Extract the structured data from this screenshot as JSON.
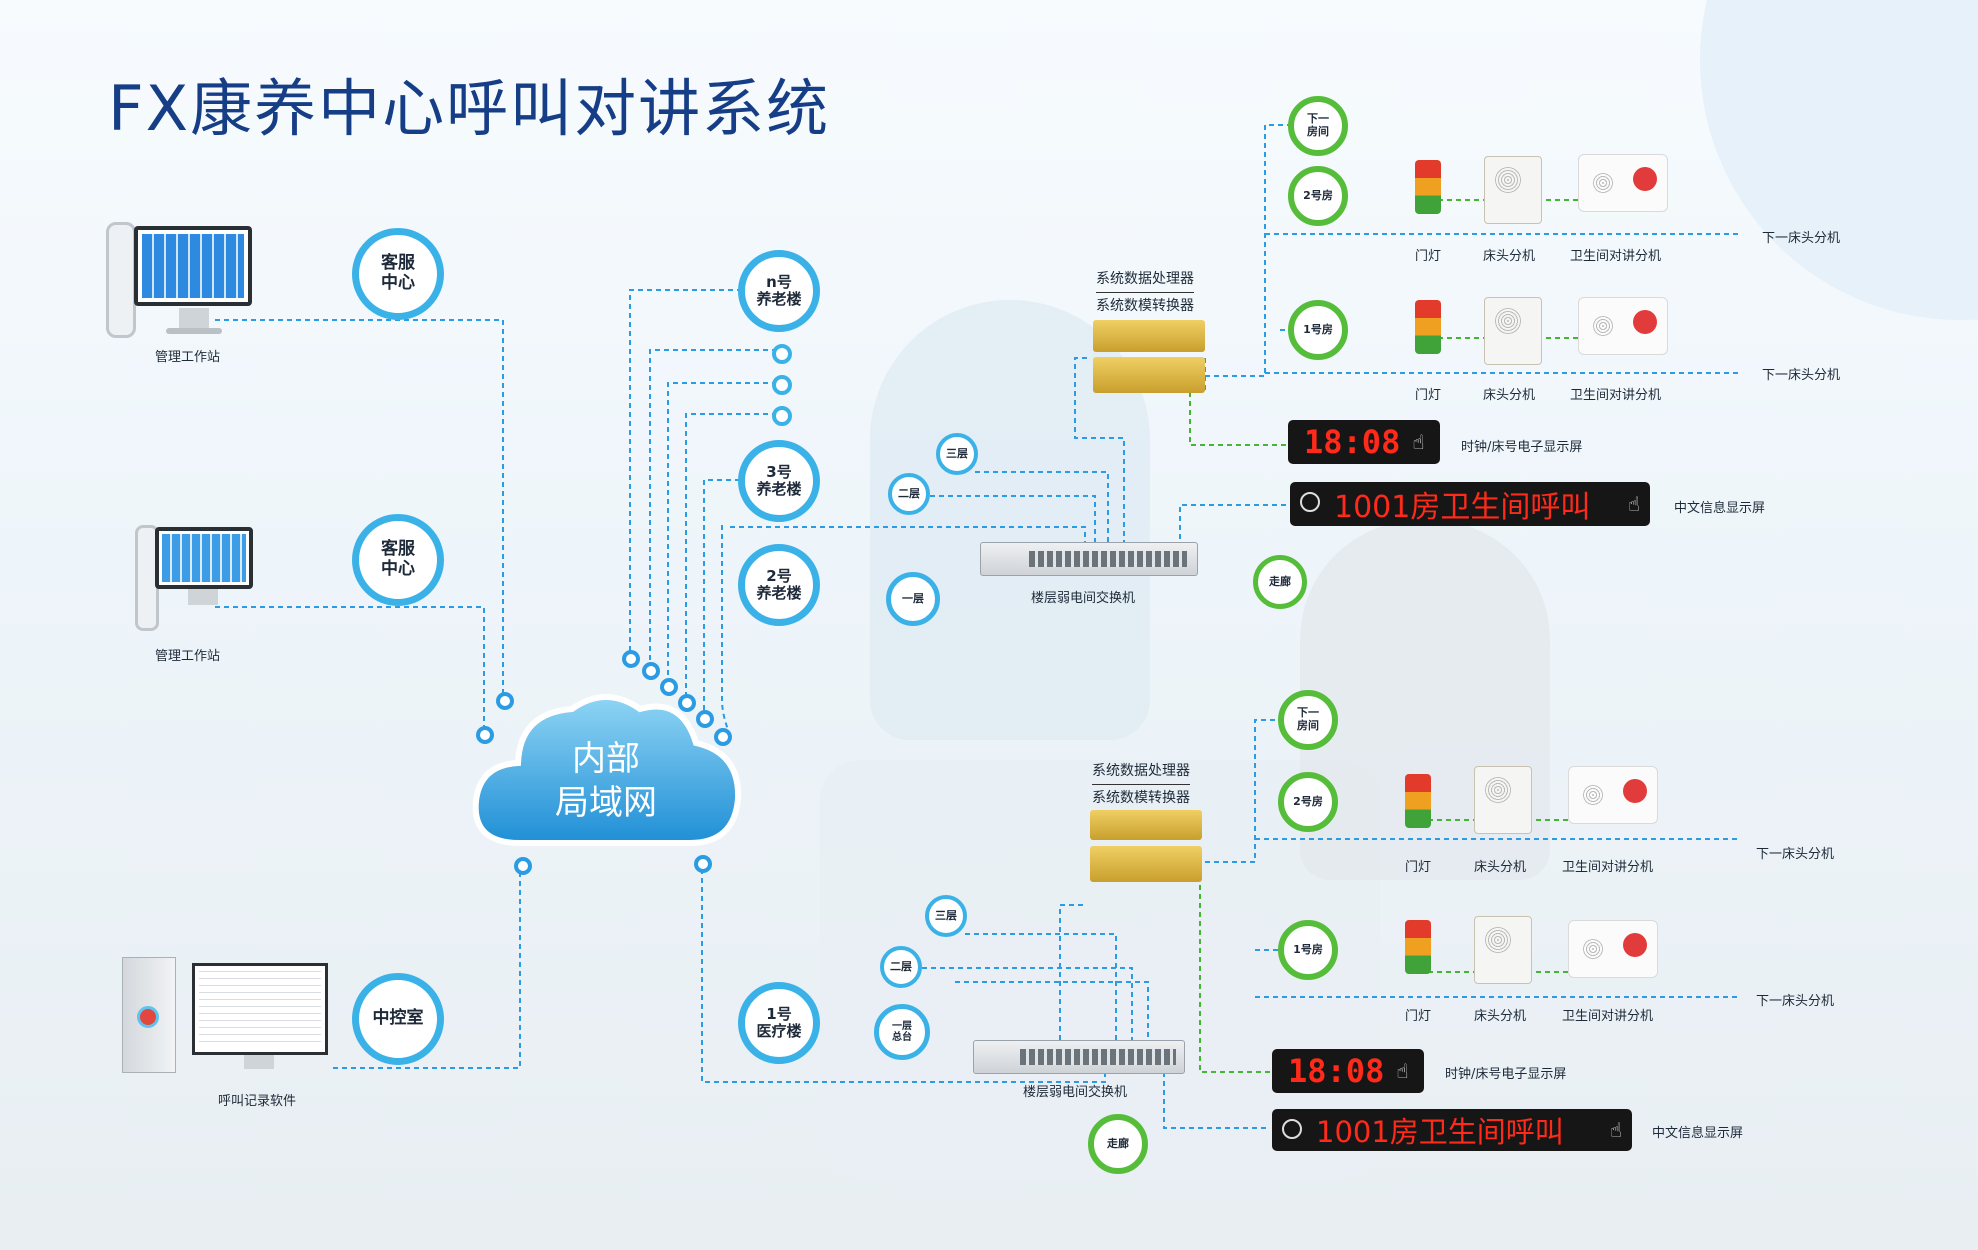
{
  "title": "FX康养中心呼叫对讲系统",
  "cloud": {
    "line1": "内部",
    "line2": "局域网"
  },
  "left": {
    "service_center_1": "客服\n中心",
    "service_center_2": "客服\n中心",
    "control_room": "中控室",
    "workstation_1_label": "管理工作站",
    "workstation_2_label": "管理工作站",
    "call_log_label": "呼叫记录软件"
  },
  "buildings": {
    "n": "n号\n养老楼",
    "b3": "3号\n养老楼",
    "b2": "2号\n养老楼",
    "b1": "1号\n医疗楼"
  },
  "floors_top": {
    "f3": "三层",
    "f2": "二层",
    "f1": "一层",
    "switch": "楼层弱电间交换机",
    "corridor": "走廊"
  },
  "floors_bottom": {
    "f3": "三层",
    "f2": "二层",
    "f1": "一层\n总台",
    "switch": "楼层弱电间交换机",
    "corridor": "走廊"
  },
  "top_group": {
    "processor_line1": "系统数据处理器",
    "processor_line2": "系统数模转换器",
    "next_room": "下一\n房间",
    "room2": "2号房",
    "room1": "1号房",
    "door_light": "门灯",
    "bed_unit": "床头分机",
    "bathroom_unit": "卫生间对讲分机",
    "next_bed": "下一床头分机",
    "clock_time": "18:08",
    "clock_label": "时钟/床号电子显示屏",
    "led_text": "1001房卫生间呼叫",
    "led_label": "中文信息显示屏"
  },
  "bottom_group": {
    "processor_line1": "系统数据处理器",
    "processor_line2": "系统数模转换器",
    "next_room": "下一\n房间",
    "room2": "2号房",
    "room1": "1号房",
    "door_light": "门灯",
    "bed_unit": "床头分机",
    "bathroom_unit": "卫生间对讲分机",
    "next_bed": "下一床头分机",
    "clock_time": "18:08",
    "clock_label": "时钟/床号电子显示屏",
    "led_text": "1001房卫生间呼叫",
    "led_label": "中文信息显示屏"
  },
  "colors": {
    "title": "#163e86",
    "blue_ring": "#3ab2e8",
    "green_ring": "#56bd3b",
    "network_line": "#2b9be4",
    "wire_line": "#45b534",
    "led_red": "#ff2a1a"
  }
}
